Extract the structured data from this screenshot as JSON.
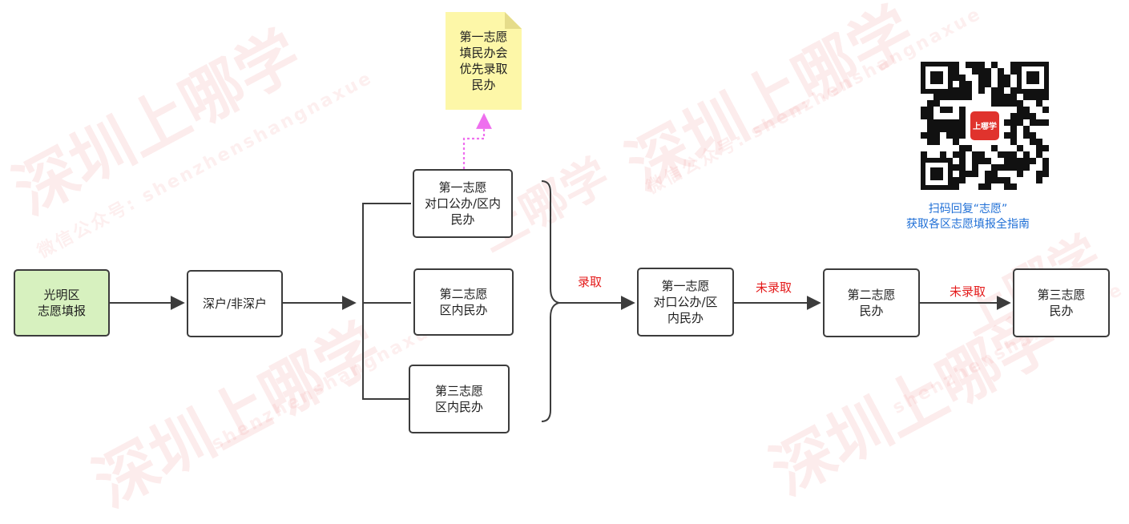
{
  "flowchart": {
    "start_box": "光明区\n志愿填报",
    "hukou_box": "深户/非深户",
    "choice1_box": "第一志愿\n对口公办/区内\n民办",
    "choice2_box": "第二志愿\n区内民办",
    "choice3_box": "第三志愿\n区内民办",
    "first_round_box": "第一志愿\n对口公办/区\n内民办",
    "second_round_box": "第二志愿\n民办",
    "third_round_box": "第三志愿\n民办",
    "note": "第一志愿\n填民办会\n优先录取\n民办",
    "label_admit": "录取",
    "label_not_admitted_1": "未录取",
    "label_not_admitted_2": "未录取"
  },
  "qr": {
    "logo_text": "上哪学",
    "caption_line1": "扫码回复“志愿”",
    "caption_line2": "获取各区志愿填报全指南"
  },
  "watermark": {
    "main": "深圳上哪学",
    "short": "上哪学",
    "wechat": "微信公众号: shenzhenshangnaxue",
    "pinyin": "shenzhenshangnaxue"
  },
  "colors": {
    "start_fill": "#d7f1bf",
    "note_fill": "#fdf7a8",
    "edge_label": "#e41b1b",
    "caption": "#1f6fd6",
    "dotted_arrow": "#ee6fee",
    "watermark": "#eb6e6e"
  }
}
